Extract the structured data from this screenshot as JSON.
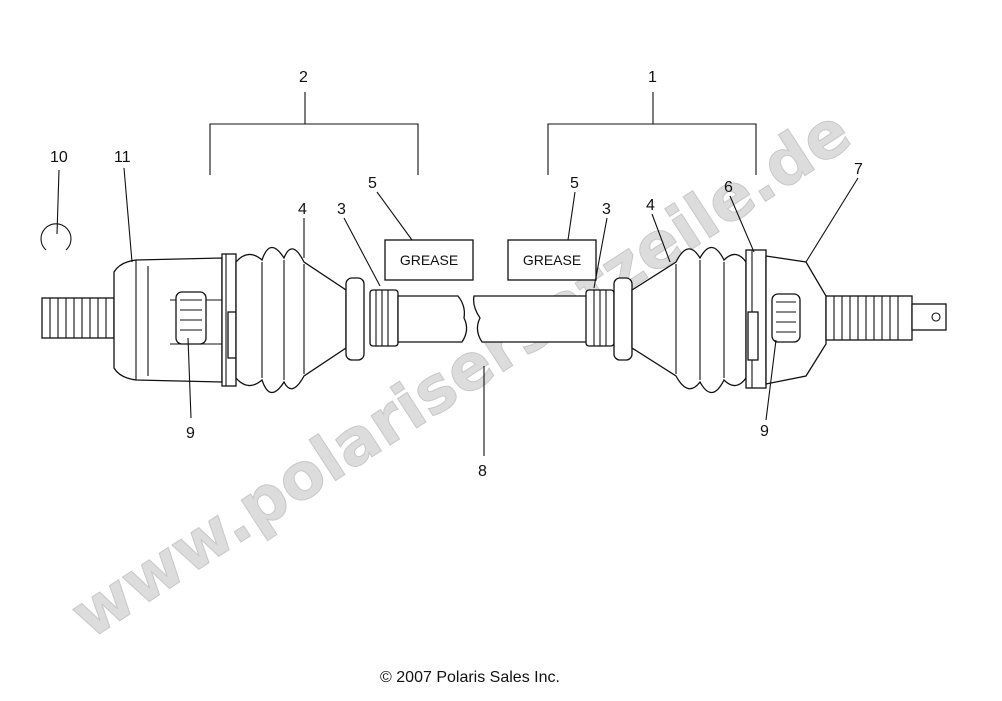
{
  "callouts": {
    "c1": "1",
    "c2": "2",
    "c3_left": "3",
    "c3_right": "3",
    "c4_left": "4",
    "c4_right": "4",
    "c5_left": "5",
    "c5_right": "5",
    "c6": "6",
    "c7": "7",
    "c8": "8",
    "c9_left": "9",
    "c9_right": "9",
    "c10": "10",
    "c11": "11"
  },
  "grease_label": "GREASE",
  "copyright": "© 2007 Polaris Sales Inc.",
  "watermark": "www.polarisersatzeile.de"
}
